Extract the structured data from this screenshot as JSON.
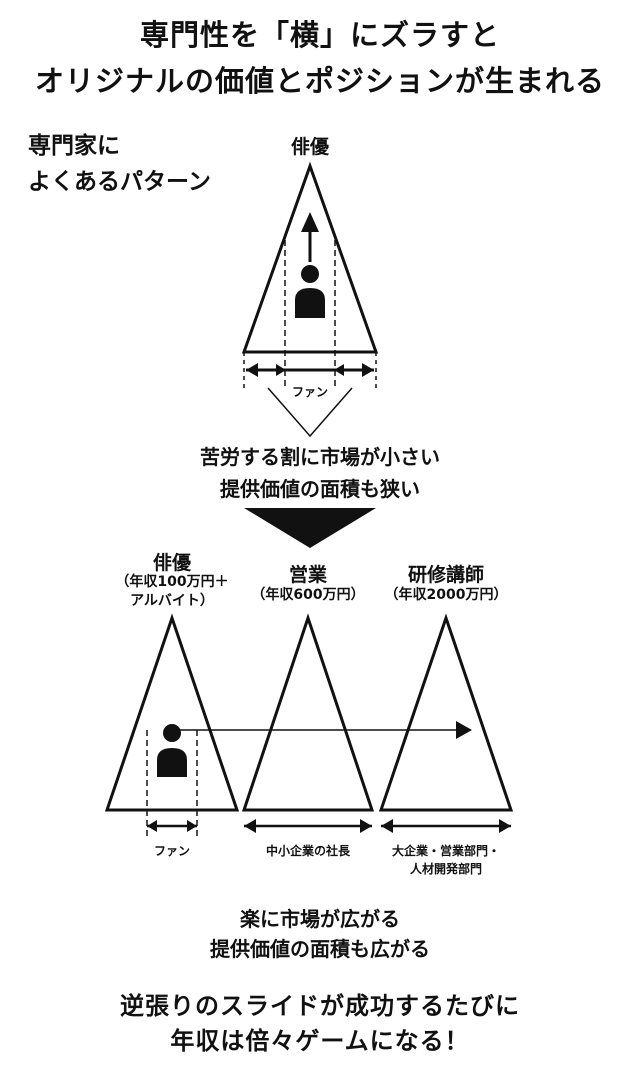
{
  "title": {
    "line1": "専門性を「横」にズラすと",
    "line2": "オリジナルの価値とポジションが生まれる"
  },
  "top": {
    "heading_line1": "専門家に",
    "heading_line2": "よくあるパターン",
    "triangle_label": "俳優",
    "fan_label": "ファン",
    "caption_line1": "苦労する割に市場が小さい",
    "caption_line2": "提供価値の面積も狭い"
  },
  "bottom": {
    "actor": {
      "label": "俳優",
      "sub1": "（年収100万円＋",
      "sub2": "アルバイト）",
      "range": "ファン"
    },
    "sales": {
      "label": "営業",
      "sub1": "（年収600万円）",
      "range": "中小企業の社長"
    },
    "trainer": {
      "label": "研修講師",
      "sub1": "（年収2000万円）",
      "range1": "大企業・営業部門・",
      "range2": "人材開発部門"
    },
    "caption_line1": "楽に市場が広がる",
    "caption_line2": "提供価値の面積も広がる"
  },
  "conclusion": {
    "line1": "逆張りのスライドが成功するたびに",
    "line2": "年収は倍々ゲームになる！"
  }
}
